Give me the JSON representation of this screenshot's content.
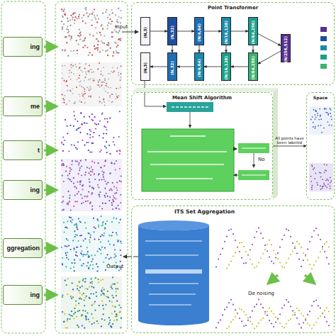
{
  "diagram": {
    "nodes": [
      {
        "text": [
          "ing"
        ]
      },
      {
        "text": [
          "me"
        ]
      },
      {
        "text": [
          "t"
        ]
      },
      {
        "text": [
          "ing"
        ]
      },
      {
        "text": [
          "ggregation"
        ]
      },
      {
        "text": [
          "ing"
        ]
      },
      {
        "text": [
          "Point Transformer"
        ]
      },
      {
        "text": [
          "(N,3)"
        ],
        "in": 6
      },
      {
        "text": [
          "(N,32)"
        ],
        "in": 6
      },
      {
        "text": [
          "(N/4,64)"
        ],
        "in": 6
      },
      {
        "text": [
          "(N/16,128)"
        ],
        "in": 6
      },
      {
        "text": [
          "(N/64,256)"
        ],
        "in": 6
      },
      {
        "text": [
          "(N/256,512)"
        ],
        "in": 6
      },
      {
        "text": [
          "(N/64,256)"
        ],
        "in": 6
      },
      {
        "text": [
          "(N/16,128)"
        ],
        "in": 6
      },
      {
        "text": [
          "(N/4,64)"
        ],
        "in": 6
      },
      {
        "text": [
          "(N,32)"
        ],
        "in": 6
      },
      {
        "text": [
          "(N,3)"
        ],
        "in": 6
      },
      {
        "text": [
          "Mean Shift Algorithm"
        ]
      },
      {
        "text": [
          "Space"
        ]
      },
      {
        "text": [
          "ITS Set Aggregation"
        ]
      }
    ],
    "edges": [
      {
        "from": 7,
        "to": 8,
        "arrow": "to"
      },
      {
        "from": 8,
        "to": 9,
        "arrow": "to"
      },
      {
        "from": 9,
        "to": 10,
        "arrow": "to"
      },
      {
        "from": 10,
        "to": 11,
        "arrow": "to"
      },
      {
        "from": 11,
        "to": 12,
        "arrow": "to"
      },
      {
        "from": 12,
        "to": 13,
        "arrow": "to"
      },
      {
        "from": 13,
        "to": 14,
        "arrow": "to"
      },
      {
        "from": 14,
        "to": 15,
        "arrow": "to"
      },
      {
        "from": 15,
        "to": 16,
        "arrow": "to"
      },
      {
        "from": 16,
        "to": 17,
        "arrow": "to"
      },
      {
        "from": 8,
        "to": 16,
        "arrow": "to"
      },
      {
        "from": 9,
        "to": 15,
        "arrow": "to"
      },
      {
        "from": 10,
        "to": 14,
        "arrow": "to"
      },
      {
        "from": 11,
        "to": 13,
        "arrow": "to"
      },
      {
        "from": 18,
        "to": 19,
        "label": "All points have been labeled",
        "arrow": "to"
      }
    ],
    "labels": [
      "Input",
      "Output",
      "No",
      "De noising"
    ]
  }
}
